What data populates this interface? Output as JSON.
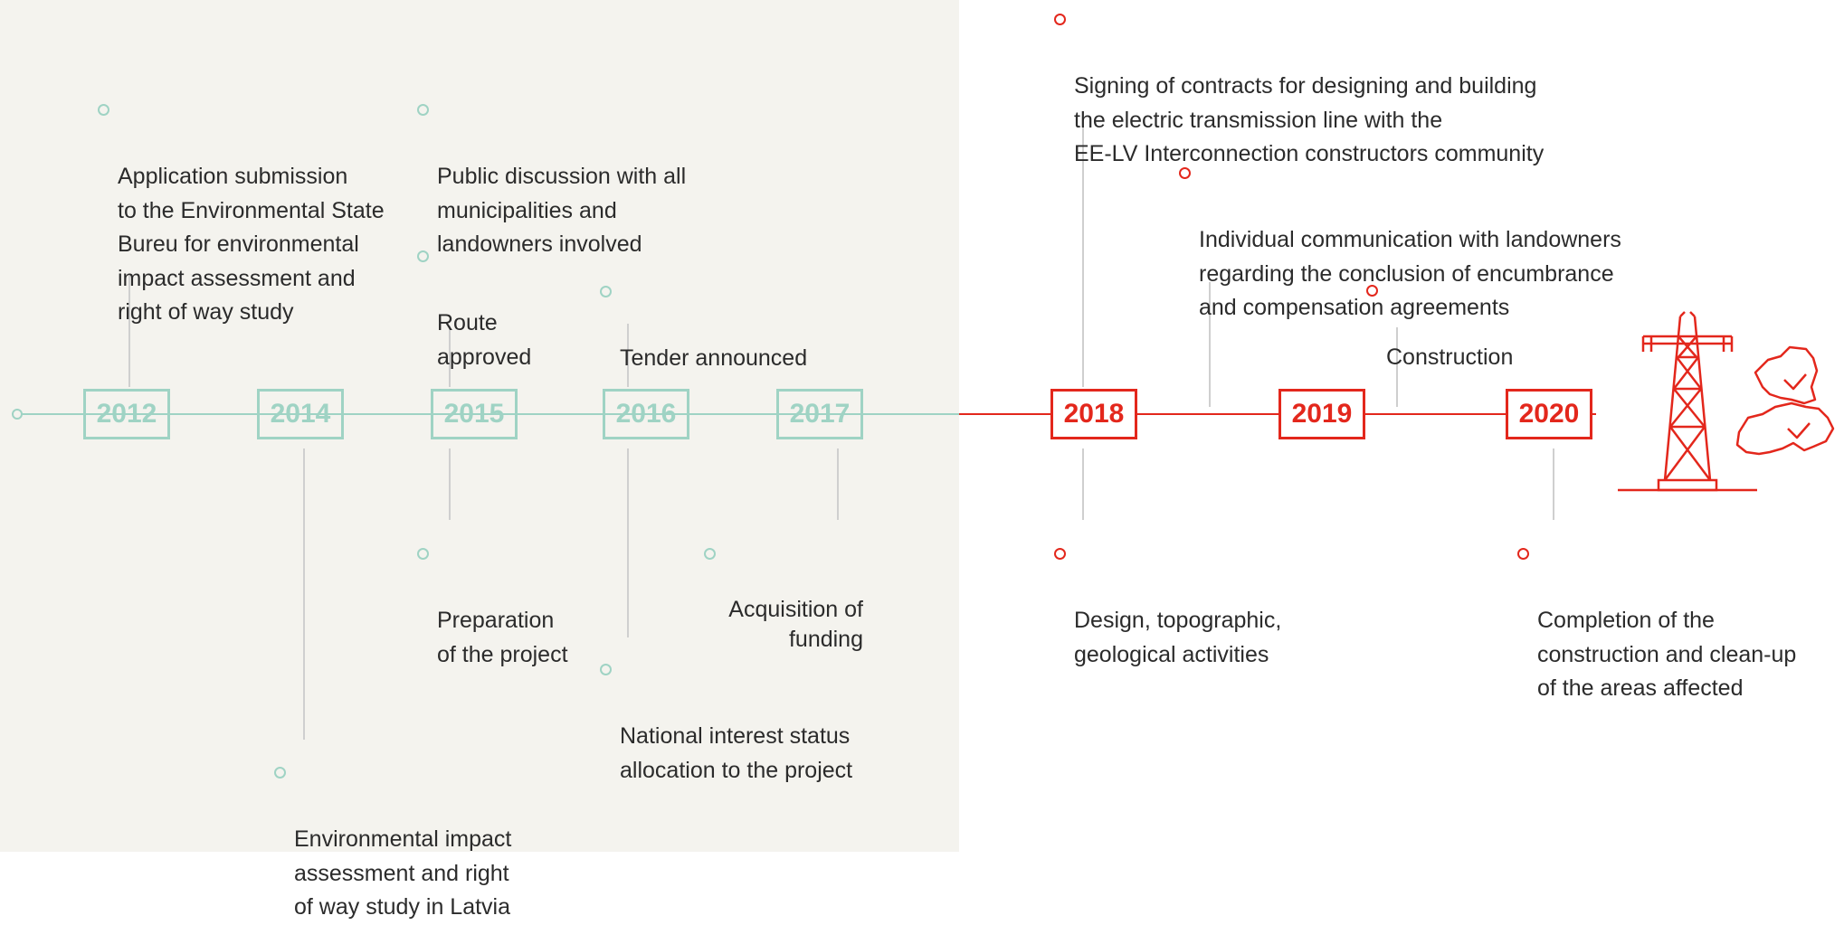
{
  "timeline": {
    "years": [
      {
        "label": "2012",
        "status": "past"
      },
      {
        "label": "2014",
        "status": "past"
      },
      {
        "label": "2015",
        "status": "past"
      },
      {
        "label": "2016",
        "status": "past"
      },
      {
        "label": "2017",
        "status": "past"
      },
      {
        "label": "2018",
        "status": "future"
      },
      {
        "label": "2019",
        "status": "future"
      },
      {
        "label": "2020",
        "status": "future"
      }
    ],
    "events": [
      {
        "year": "2012",
        "text": "Application submission\nto the Environmental State\nBureu for environmental\nimpact assessment and\nright of way study"
      },
      {
        "year": "2014",
        "text": "Environmental impact\nassessment and right\nof way study in Latvia"
      },
      {
        "year": "2015",
        "text": "Public discussion with all\nmunicipalities and\nlandowners involved"
      },
      {
        "year": "2015",
        "text": "Route\napproved"
      },
      {
        "year": "2015",
        "text": "Preparation\nof the project"
      },
      {
        "year": "2016",
        "text": "Tender announced"
      },
      {
        "year": "2016",
        "text": "National interest status\nallocation to the project"
      },
      {
        "year": "2017",
        "text": "Acquisition of\nfunding"
      },
      {
        "year": "2018",
        "text": "Signing of contracts for designing and building\nthe electric transmission line with the\nEE-LV Interconnection constructors community"
      },
      {
        "year": "2018",
        "text": "Design, topographic,\ngeological activities"
      },
      {
        "year": "2019",
        "text": "Individual communication with landowners\nregarding the conclusion of encumbrance\nand compensation agreements"
      },
      {
        "year": "2019",
        "text": "Construction"
      },
      {
        "year": "2020",
        "text": "Completion of the\nconstruction and clean-up\nof the areas affected"
      }
    ]
  },
  "colors": {
    "past": "#9fd3c4",
    "future": "#e3271c",
    "past_background": "#f4f3ee",
    "connector": "#cfcfcf"
  },
  "icons": [
    "transmission-tower-icon",
    "latvia-map-check-icon"
  ]
}
